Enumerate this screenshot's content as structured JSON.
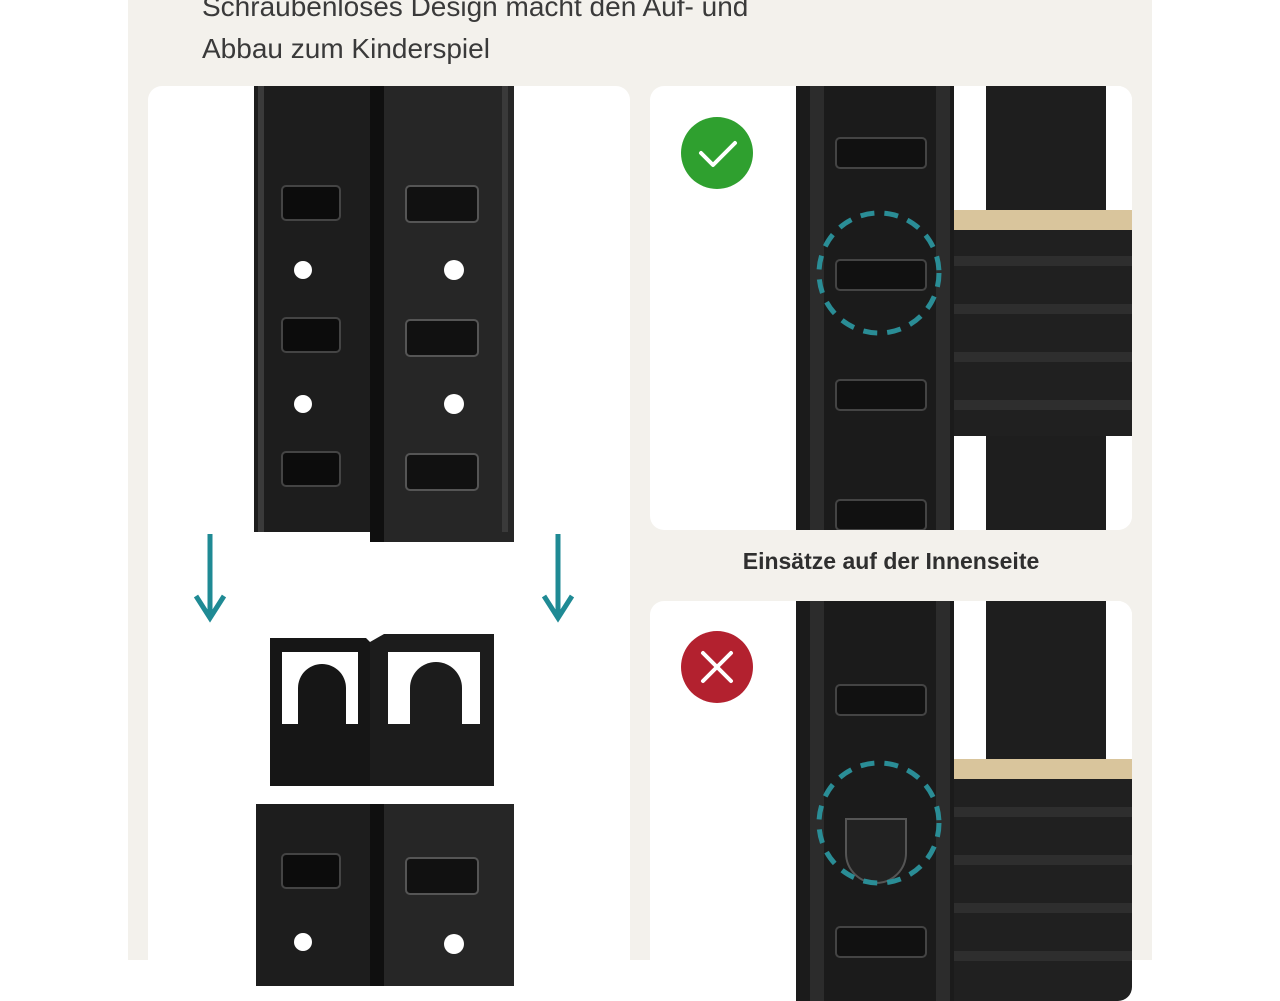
{
  "headline": {
    "line1": "Schraubenloses Design macht den Auf- und",
    "line2": "Abbau zum Kinderspiel"
  },
  "caption": "Einsätze auf der Innenseite",
  "badges": {
    "correct": {
      "icon": "check-icon",
      "color": "#2fa02f"
    },
    "incorrect": {
      "icon": "cross-icon",
      "color": "#b3212f"
    }
  },
  "colors": {
    "background": "#f3f1ec",
    "panel": "#ffffff",
    "steel": "#1c1c1c",
    "accent_arrow": "#1f8a94",
    "dashed_ring": "#2a8d96",
    "shelf_board": "#d9c59c"
  }
}
